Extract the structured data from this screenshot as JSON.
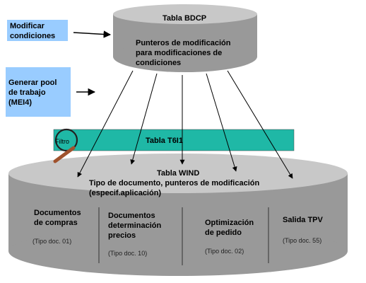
{
  "modify_box": {
    "line1": "Modificar",
    "line2": "condiciones"
  },
  "pool_box": {
    "line1": "Generar pool",
    "line2": "de trabajo",
    "line3": "(MEI4)"
  },
  "bdcp": {
    "title": "Tabla BDCP",
    "line1": "Punteros de modificación",
    "line2": "para modificaciones de",
    "line3": "condiciones"
  },
  "t6i1": {
    "title": "Tabla T6I1",
    "filter": "Filtro"
  },
  "wind": {
    "title": "Tabla WIND",
    "line1": "Tipo de documento, punteros de modificación",
    "line2": "(especif.aplicación)",
    "sections": [
      {
        "l1": "Documentos",
        "l2": "de compras",
        "l3": "",
        "code": "(Tipo doc. 01)"
      },
      {
        "l1": "Documentos",
        "l2": "determinación",
        "l3": "precios",
        "code": "(Tipo doc. 10)"
      },
      {
        "l1": "Optimización",
        "l2": "de pedido",
        "l3": "",
        "code": "(Tipo doc. 02)"
      },
      {
        "l1": "Salida TPV",
        "l2": "",
        "l3": "",
        "code": "(Tipo doc. 55)"
      }
    ]
  },
  "colors": {
    "input_box": "#99ccff",
    "cylinder": "#999999",
    "cylinder_top": "#c8c8c8",
    "t6i1_bar": "#1fb8a6"
  }
}
